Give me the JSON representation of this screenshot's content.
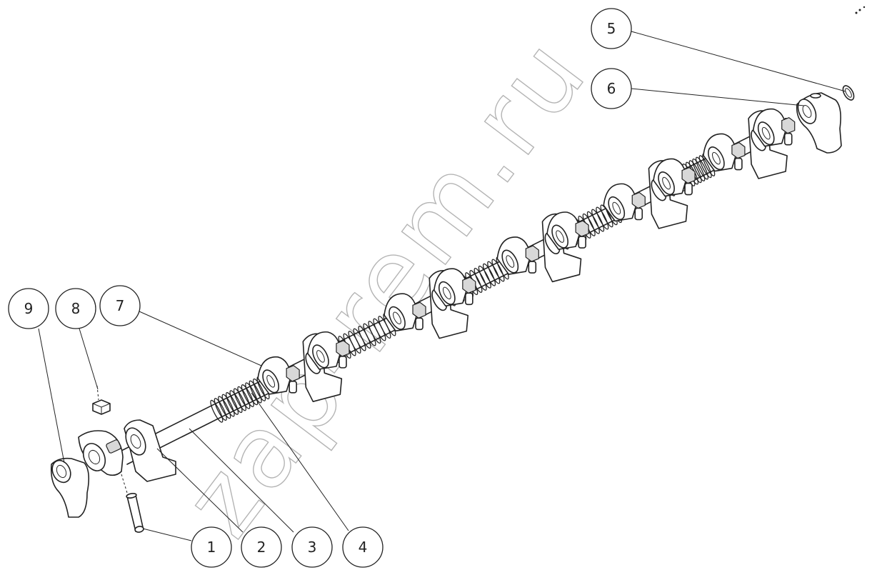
{
  "diagram": {
    "callouts": [
      {
        "id": "1",
        "label": "1"
      },
      {
        "id": "2",
        "label": "2"
      },
      {
        "id": "3",
        "label": "3"
      },
      {
        "id": "4",
        "label": "4"
      },
      {
        "id": "5",
        "label": "5"
      },
      {
        "id": "6",
        "label": "6"
      },
      {
        "id": "7",
        "label": "7"
      },
      {
        "id": "8",
        "label": "8"
      },
      {
        "id": "9",
        "label": "9"
      }
    ],
    "watermark": "zap-rem.ru"
  }
}
